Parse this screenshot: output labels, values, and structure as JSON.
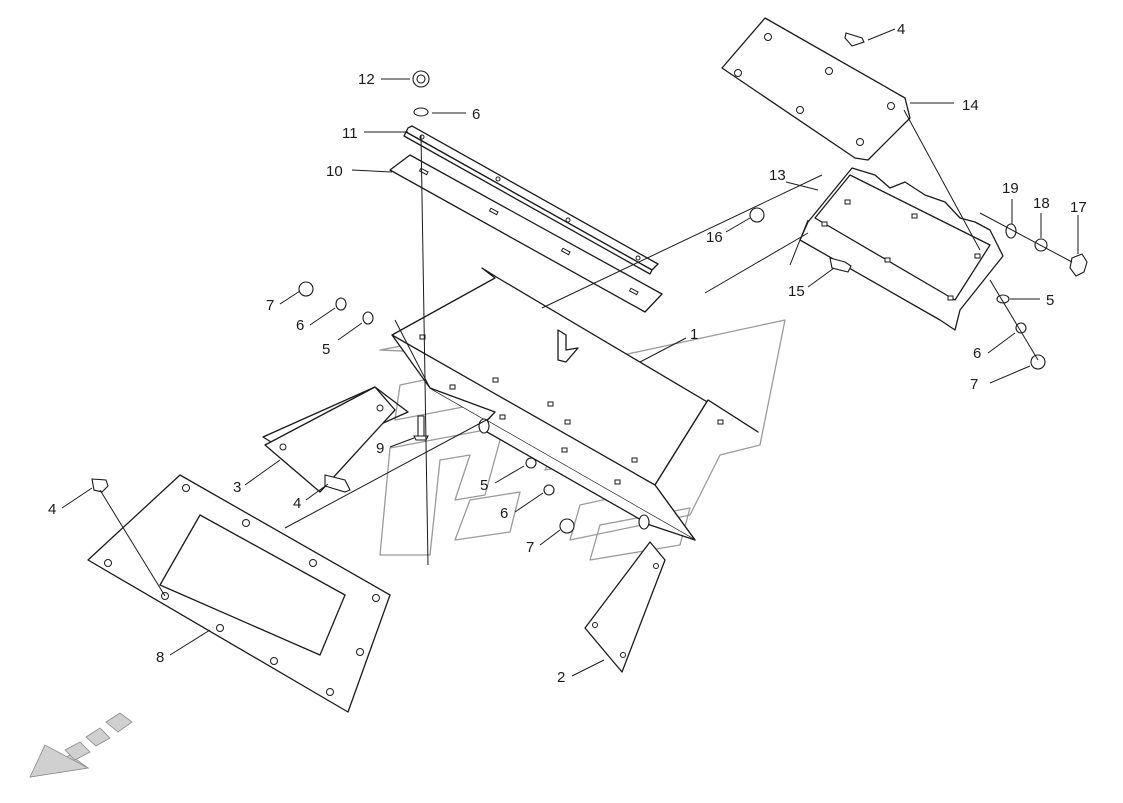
{
  "diagram": {
    "type": "exploded-parts-view",
    "callouts": [
      {
        "id": "c1",
        "label": "1"
      },
      {
        "id": "c2",
        "label": "2"
      },
      {
        "id": "c3",
        "label": "3"
      },
      {
        "id": "c4a",
        "label": "4"
      },
      {
        "id": "c4b",
        "label": "4"
      },
      {
        "id": "c4c",
        "label": "4"
      },
      {
        "id": "c5a",
        "label": "5"
      },
      {
        "id": "c5b",
        "label": "5"
      },
      {
        "id": "c5c",
        "label": "5"
      },
      {
        "id": "c6a",
        "label": "6"
      },
      {
        "id": "c6b",
        "label": "6"
      },
      {
        "id": "c6c",
        "label": "6"
      },
      {
        "id": "c6d",
        "label": "6"
      },
      {
        "id": "c7a",
        "label": "7"
      },
      {
        "id": "c7b",
        "label": "7"
      },
      {
        "id": "c7c",
        "label": "7"
      },
      {
        "id": "c8",
        "label": "8"
      },
      {
        "id": "c9",
        "label": "9"
      },
      {
        "id": "c10",
        "label": "10"
      },
      {
        "id": "c11",
        "label": "11"
      },
      {
        "id": "c12",
        "label": "12"
      },
      {
        "id": "c13",
        "label": "13"
      },
      {
        "id": "c14",
        "label": "14"
      },
      {
        "id": "c15",
        "label": "15"
      },
      {
        "id": "c16",
        "label": "16"
      },
      {
        "id": "c17",
        "label": "17"
      },
      {
        "id": "c18",
        "label": "18"
      },
      {
        "id": "c19",
        "label": "19"
      }
    ],
    "colors": {
      "line": "#1a1a1a",
      "watermark": "#9a9a9a",
      "direction_arrow": "#d0d0d0",
      "background": "#ffffff"
    },
    "icons": [
      "direction-arrow-icon"
    ]
  }
}
